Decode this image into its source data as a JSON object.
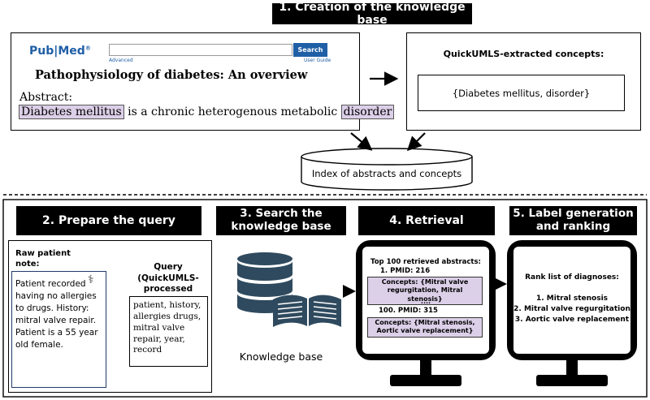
{
  "section1": {
    "title": "1. Creation of the knowledge base",
    "pubmed": {
      "logo_left": "Pub",
      "logo_right": "Med",
      "registered": "®",
      "search_button": "Search",
      "advanced_link": "Advanced",
      "guide_link": "User Guide",
      "article_title": "Pathophysiology of diabetes: An overview",
      "abstract_label": "Abstract:",
      "abstract_concept1": "Diabetes mellitus",
      "abstract_middle": " is a chronic heterogenous metabolic ",
      "abstract_concept2": "disorder"
    },
    "quickumls_title": "QuickUMLS-extracted concepts:",
    "quickumls_concepts": "{Diabetes mellitus, disorder}",
    "index_label": "Index of  abstracts and concepts"
  },
  "section2": {
    "title": "2. Prepare the query",
    "raw_note_label": "Raw patient note:",
    "raw_note_text": "Patient recorded having no allergies to drugs. History: mitral valve repair. Patient is a 55 year old female.",
    "query_label": "Query (QuickUMLS-processed note):",
    "query_text": "patient, history, allergies drugs, mitral valve repair, year, record"
  },
  "section3": {
    "title": "3. Search the knowledge base",
    "kb_label": "Knowledge base"
  },
  "section4": {
    "title": "4. Retrieval",
    "heading": "Top 100 retrieved abstracts:",
    "item1": "1.   PMID: 216",
    "item1_concepts": "Concepts: {Mitral valve regurgitation, Mitral stenosis}",
    "ellipsis": "....",
    "item100": "100. PMID: 315",
    "item100_concepts": "Concepts: {Mitral stenosis, Aortic valve replacement}"
  },
  "section5": {
    "title": "5. Label generation and ranking",
    "heading": "Rank list of diagnoses:",
    "diagnoses": [
      "1. Mitral stenosis",
      "2. Mitral valve regurgitation",
      "3. Aortic valve replacement"
    ]
  },
  "colors": {
    "highlight": "#dccfe8",
    "pubmed_blue": "#1f5fa6",
    "header_bg": "#000000",
    "db_icon": "#2f4a5e"
  }
}
